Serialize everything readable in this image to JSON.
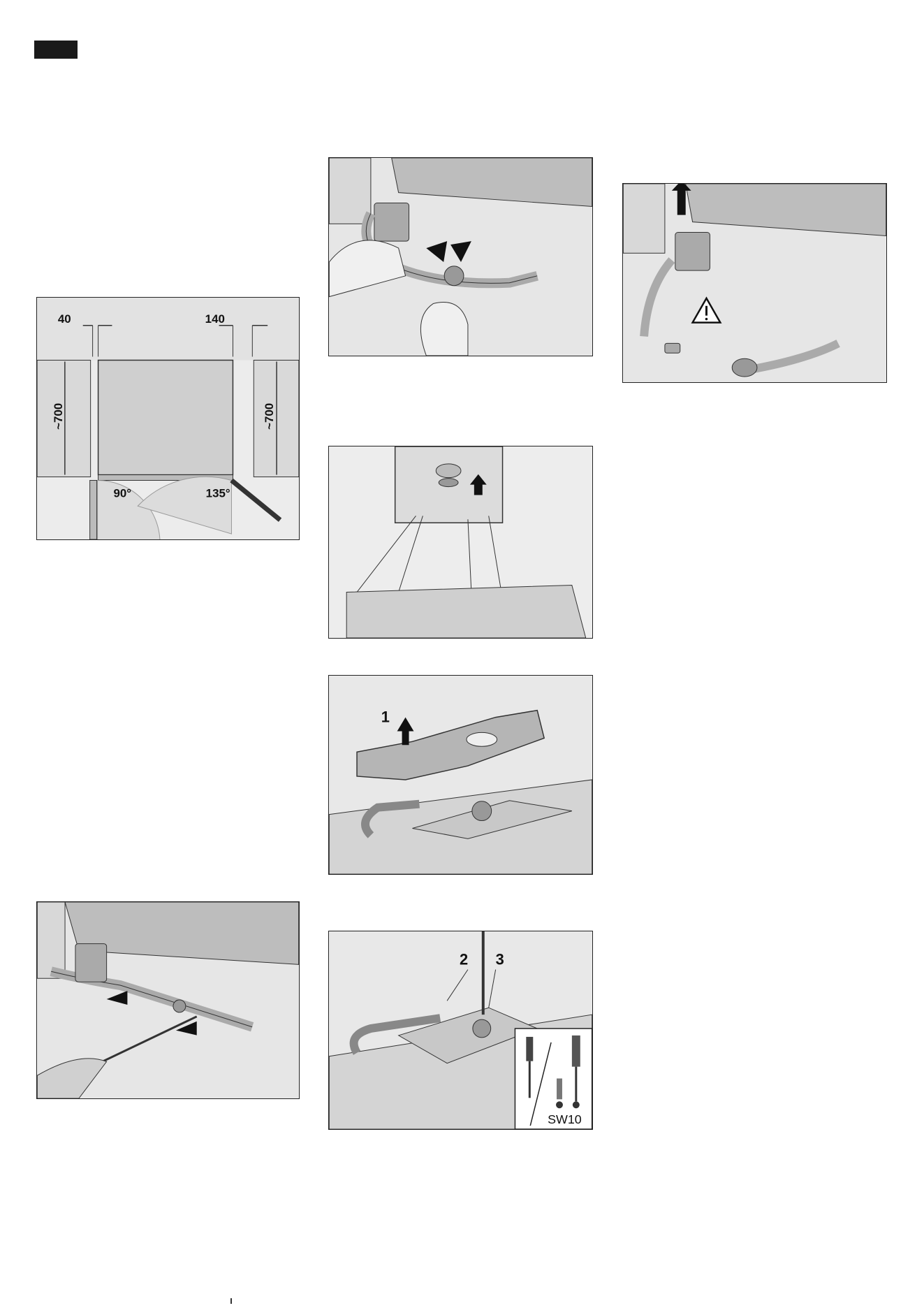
{
  "page": {
    "tab_label": ""
  },
  "fig_clearance": {
    "dim_left": "40",
    "dim_right": "140",
    "height_left": "~700",
    "height_right": "~700",
    "angle_left": "90°",
    "angle_right": "135°"
  },
  "fig_cover": {
    "part_label": "1"
  },
  "fig_screws": {
    "label_a": "2",
    "label_b": "3",
    "tool_size": "SW10"
  },
  "colors": {
    "ink": "#222222",
    "panel": "#f3f3f3",
    "metal": "#bdbdbd",
    "arrow": "#111111"
  }
}
